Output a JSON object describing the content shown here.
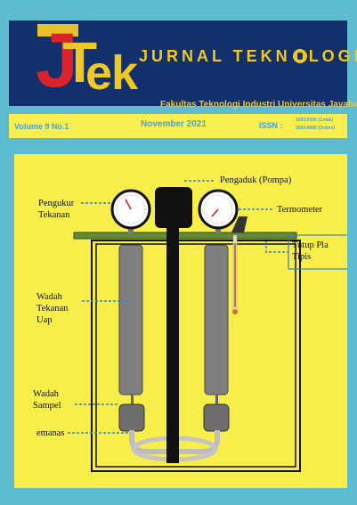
{
  "header": {
    "logo": {
      "j": "J",
      "t": "T",
      "ek": "ek"
    },
    "title_part1": "JURNAL TEKN",
    "title_part2": "LOGI",
    "subtitle": "Fakultas Teknologi Industri Universitas Jayabaya"
  },
  "info_bar": {
    "volume": "Volume 9 No.1",
    "month": "November 2021",
    "issn_label": "ISSN :",
    "issn_print": "1693-0266 (Cetak)",
    "issn_online": "2654-8666 (Online)"
  },
  "diagram": {
    "labels": {
      "pressure_gauge_1": "Pengukur",
      "pressure_gauge_2": "Tekanan",
      "stirrer": "Pengaduk (Pompa)",
      "thermometer": "Termometer",
      "lid_1": "Tutup Pla",
      "lid_2": "Tipis",
      "vessel_1": "Wadah",
      "vessel_2": "Tekanan",
      "vessel_3": "Uap",
      "sample_1": "Wadah",
      "sample_2": "Sampel",
      "heater": "emanas"
    }
  },
  "colors": {
    "background": "#5dbcd0",
    "banner": "#12306c",
    "brand_red": "#d8242a",
    "brand_yellow": "#f0c823",
    "info_bar": "#f7ee4f",
    "info_text": "#4aa2d8",
    "panel": "#f8ee49",
    "lid": "#5f8a3a",
    "leader_line": "#3a7fd0"
  }
}
